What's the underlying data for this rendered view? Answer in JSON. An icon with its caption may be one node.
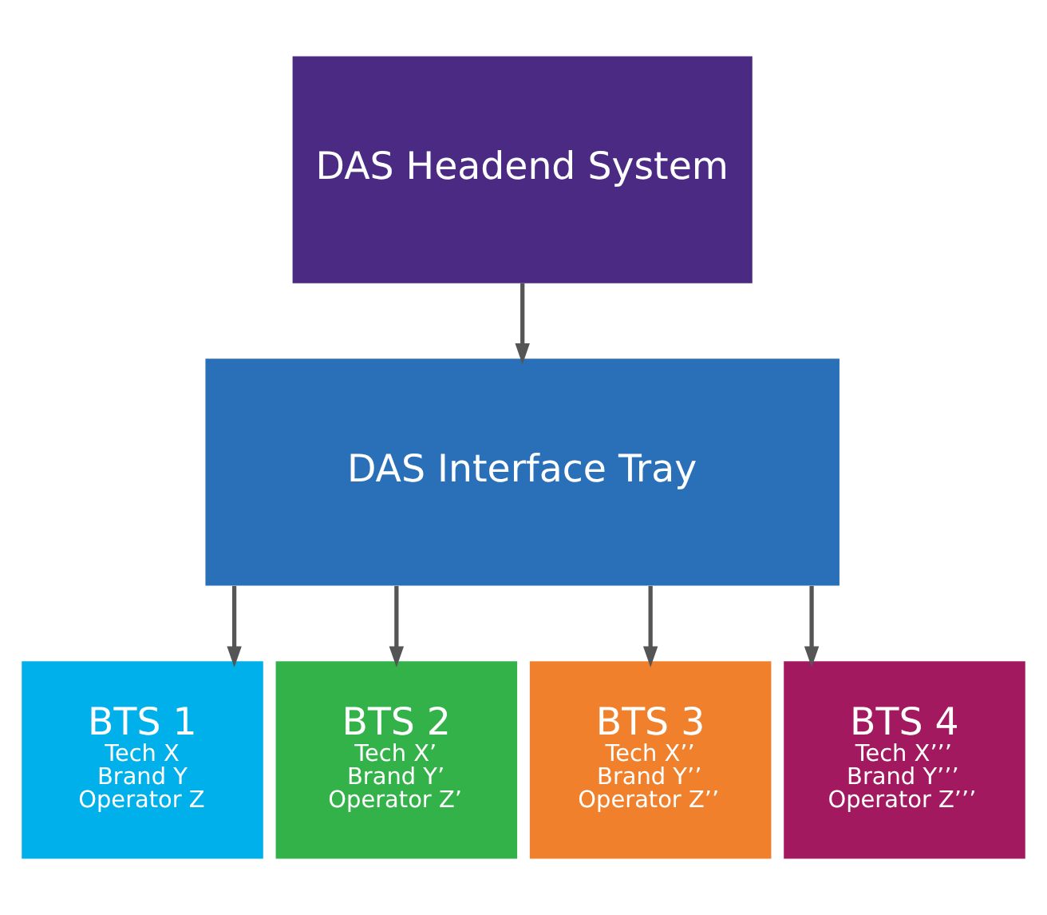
{
  "diagram": {
    "nodes": [
      {
        "text": [
          "DAS Headend System"
        ]
      },
      {
        "text": [
          "DAS Interface Tray"
        ]
      },
      {
        "text": [
          "BTS 1",
          "Tech X",
          "Brand Y",
          "Operator Z"
        ]
      },
      {
        "text": [
          "BTS 2",
          "Tech X’",
          "Brand Y’",
          "Operator Z’"
        ]
      },
      {
        "text": [
          "BTS 3",
          "Tech X’’",
          "Brand Y’’",
          "Operator Z’’"
        ]
      },
      {
        "text": [
          "BTS 4",
          "Tech X’’’",
          "Brand Y’’’",
          "Operator Z’’’"
        ]
      }
    ],
    "edges": [
      {
        "from": 0,
        "to": 1,
        "arrow": "to"
      },
      {
        "from": 1,
        "to": 2,
        "arrow": "to"
      },
      {
        "from": 1,
        "to": 3,
        "arrow": "to"
      },
      {
        "from": 1,
        "to": 4,
        "arrow": "to"
      },
      {
        "from": 1,
        "to": 5,
        "arrow": "to"
      }
    ]
  }
}
